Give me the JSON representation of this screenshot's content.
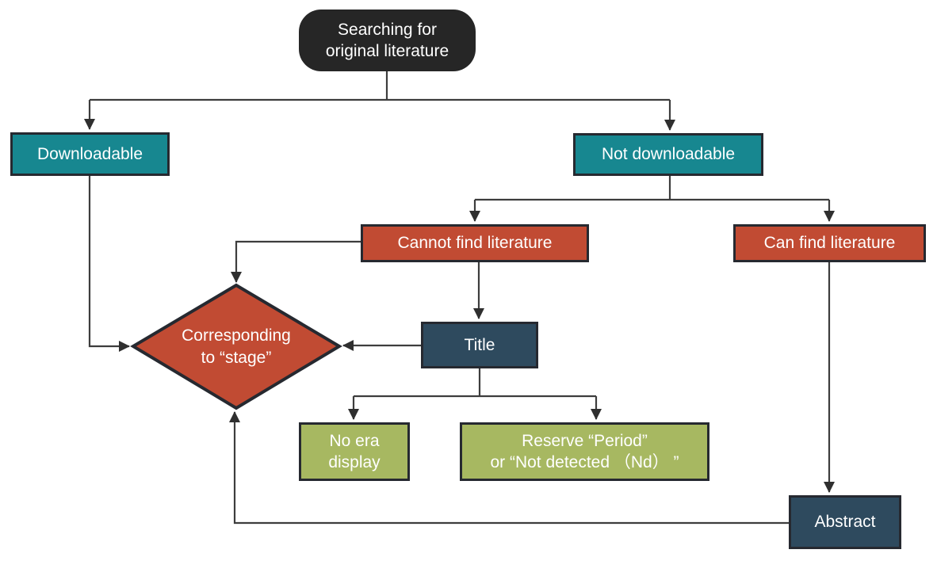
{
  "colors": {
    "pill": "#262626",
    "teal": "#178790",
    "red": "#c14b33",
    "navy": "#2e4a5e",
    "olive": "#a7b861",
    "node-border": "#262930",
    "line": "#3d3d3d",
    "text": "#ffffff",
    "bg": "#ffffff"
  },
  "flowchart": {
    "nodes": {
      "start": {
        "label": "Searching for\noriginal literature"
      },
      "downloadable": {
        "label": "Downloadable"
      },
      "not_downloadable": {
        "label": "Not downloadable"
      },
      "cannot_find": {
        "label": "Cannot find literature"
      },
      "can_find": {
        "label": "Can find literature"
      },
      "corresponding_stage": {
        "label": "Corresponding\nto “stage”"
      },
      "title": {
        "label": "Title"
      },
      "no_era": {
        "label": "No era\ndisplay"
      },
      "reserve_period": {
        "label": "Reserve “Period”\nor “Not detected （Nd） ”"
      },
      "abstract": {
        "label": "Abstract"
      }
    },
    "edges": [
      {
        "from": "start",
        "to": "downloadable"
      },
      {
        "from": "start",
        "to": "not_downloadable"
      },
      {
        "from": "not_downloadable",
        "to": "cannot_find"
      },
      {
        "from": "not_downloadable",
        "to": "can_find"
      },
      {
        "from": "cannot_find",
        "to": "corresponding_stage"
      },
      {
        "from": "cannot_find",
        "to": "title"
      },
      {
        "from": "title",
        "to": "corresponding_stage"
      },
      {
        "from": "title",
        "to": "no_era"
      },
      {
        "from": "title",
        "to": "reserve_period"
      },
      {
        "from": "downloadable",
        "to": "corresponding_stage"
      },
      {
        "from": "can_find",
        "to": "abstract"
      },
      {
        "from": "abstract",
        "to": "corresponding_stage"
      }
    ]
  }
}
